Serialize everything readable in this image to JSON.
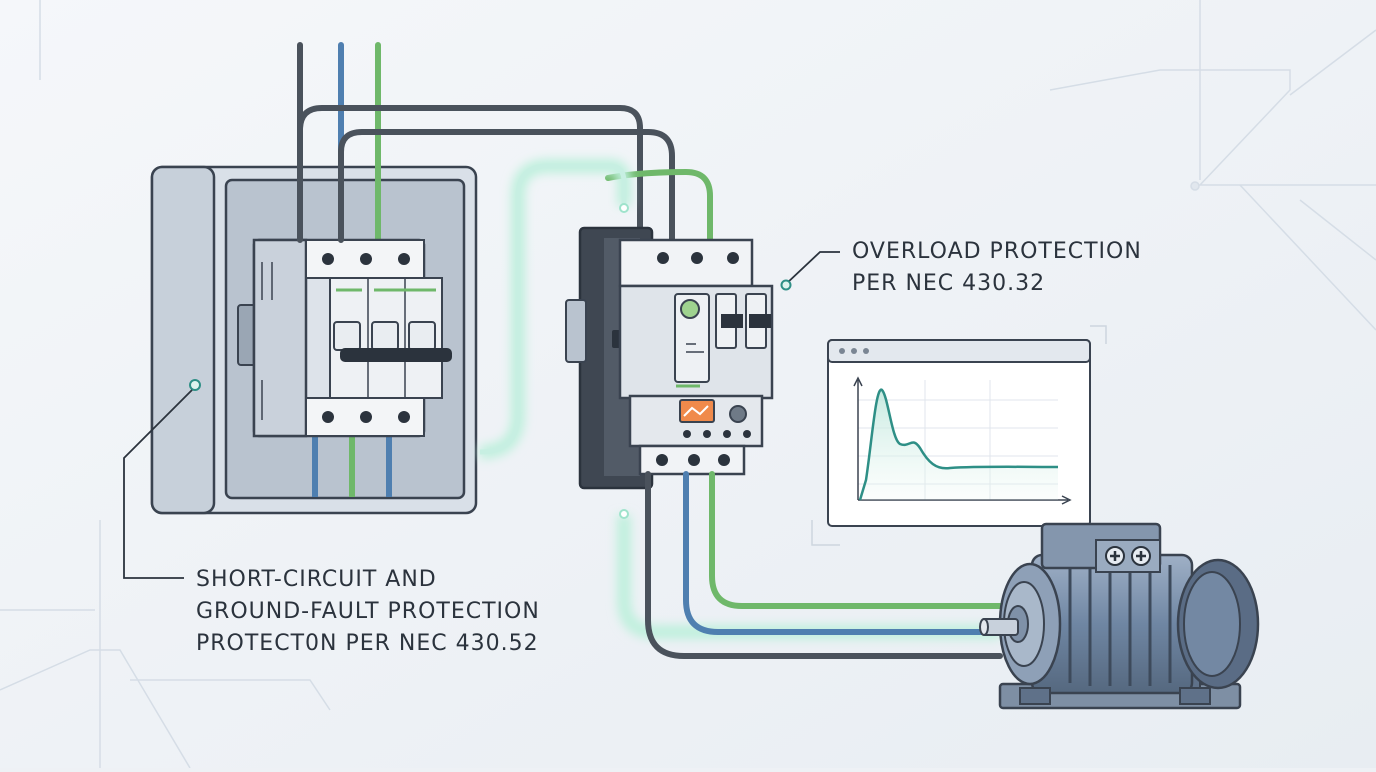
{
  "callouts": {
    "overload": {
      "lines": [
        "OVERLOAD PROTECTION",
        "PER NEC 430.32"
      ]
    },
    "short_circuit": {
      "lines": [
        "SHORT-CIRCUIT AND",
        "GROUND-FAULT PROTECTION",
        "PROTECT0N PER NEC 430.52"
      ]
    }
  },
  "colors": {
    "background": "#eef1f5",
    "outline": "#3a4350",
    "wire_dark": "#4a525c",
    "wire_blue": "#4f7fb0",
    "wire_green": "#6fb86a",
    "glow_mint": "#bff0dd",
    "curve_teal": "#2e8f86",
    "relay_orange": "#f08a4b",
    "motor_body": "#6f86a3"
  },
  "chart_window": {
    "type": "line",
    "series_shape": "inrush spike then settle"
  },
  "icons": [
    "breaker-panel-icon",
    "contactor-icon",
    "overload-relay-icon",
    "motor-icon",
    "chart-window-icon"
  ]
}
